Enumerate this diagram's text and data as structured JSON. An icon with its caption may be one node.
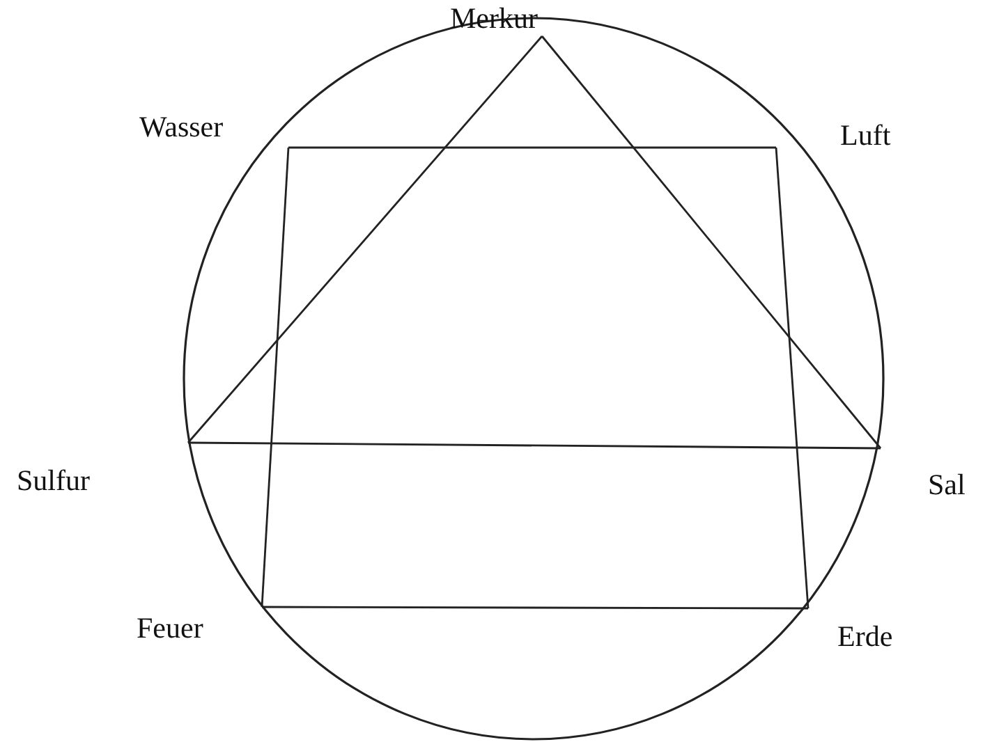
{
  "diagram": {
    "nodes": [
      {
        "text": [
          "Merkur"
        ]
      },
      {
        "text": [
          "Wasser"
        ]
      },
      {
        "text": [
          "Luft"
        ]
      },
      {
        "text": [
          "Sulfur"
        ]
      },
      {
        "text": [
          "Sal"
        ]
      },
      {
        "text": [
          "Feuer"
        ]
      },
      {
        "text": [
          "Erde"
        ]
      }
    ],
    "edges": [
      {
        "from": 0,
        "to": 3,
        "arrow": "none"
      },
      {
        "from": 0,
        "to": 4,
        "arrow": "none"
      },
      {
        "from": 3,
        "to": 4,
        "arrow": "none"
      },
      {
        "from": 1,
        "to": 2,
        "arrow": "none"
      },
      {
        "from": 2,
        "to": 6,
        "arrow": "none"
      },
      {
        "from": 6,
        "to": 5,
        "arrow": "none"
      },
      {
        "from": 5,
        "to": 1,
        "arrow": "none"
      }
    ]
  }
}
